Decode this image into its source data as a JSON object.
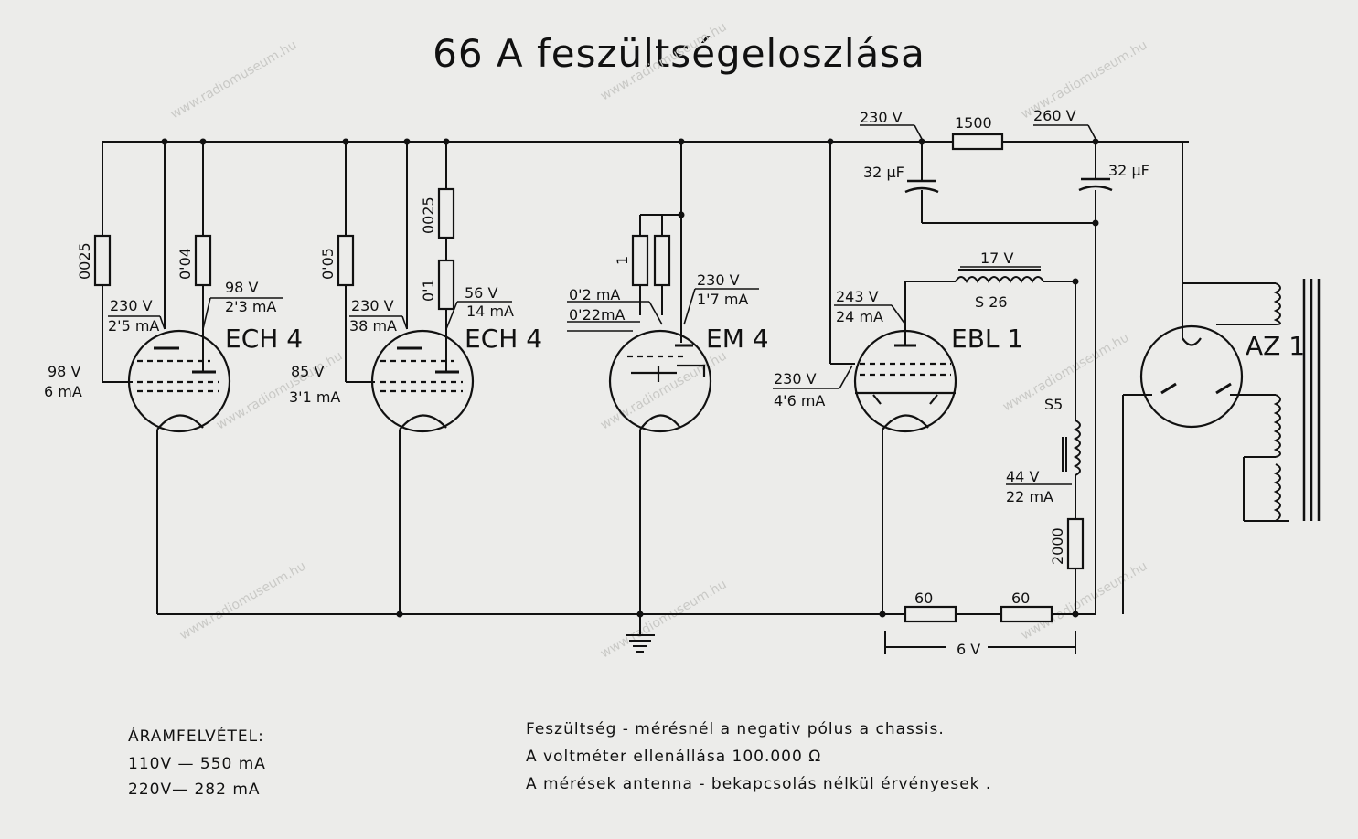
{
  "title": "66 A  feszültségeloszlása",
  "watermark": "www.radiomuseum.hu",
  "tubes": {
    "ech4_1": "ECH 4",
    "ech4_2": "ECH 4",
    "em4": "EM 4",
    "ebl1": "EBL 1",
    "az1": "AZ 1"
  },
  "resistors": {
    "r_0025_a": "0025",
    "r_004": "0'04",
    "r_005": "0'05",
    "r_0025_b": "0025",
    "r_01": "0'1",
    "r_1": "1",
    "r_1500": "1500",
    "r_2000": "2000",
    "r_60_a": "60",
    "r_60_b": "60"
  },
  "capacitors": {
    "c1": "32 μF",
    "c2": "32 μF"
  },
  "coils": {
    "s26": "S 26",
    "s5": "S5"
  },
  "measurements": {
    "ech1_grid_v": "98  V",
    "ech1_grid_i": "6  mA",
    "ech1_anode_v": "230  V",
    "ech1_anode_i": "2'5 mA",
    "ech1_screen_v": "98  V",
    "ech1_screen_i": "2'3  mA",
    "ech2_grid_v": "85  V",
    "ech2_grid_i": "3'1  mA",
    "ech2_anode_v": "230  V",
    "ech2_anode_i": "38 mA",
    "ech2_screen_v": "56  V",
    "ech2_screen_i": "14  mA",
    "em4_a": "0'2 mA",
    "em4_b": "0'22mA",
    "em4_v": "230 V",
    "em4_i": "1'7 mA",
    "ebl_anode_v": "243  V",
    "ebl_anode_i": "24 mA",
    "ebl_screen_v": "230  V",
    "ebl_screen_i": "4'6 mA",
    "coil_v": "17  V",
    "hv_230": "230  V",
    "hv_260": "260  V",
    "field_v": "44  V",
    "field_i": "22 mA",
    "heater_v": "6  V"
  },
  "current": {
    "heading": "ÁRAMFELVÉTEL:",
    "line1": "110V — 550 mA",
    "line2": "220V— 282  mA"
  },
  "notes": {
    "line1": "Feszültség - mérésnél  a  negativ  pólus  a  chassis.",
    "line2": "A  voltméter  ellenállása   100.000 Ω",
    "line3": "A  mérések  antenna - bekapcsolás  nélkül  érvényesek ."
  }
}
